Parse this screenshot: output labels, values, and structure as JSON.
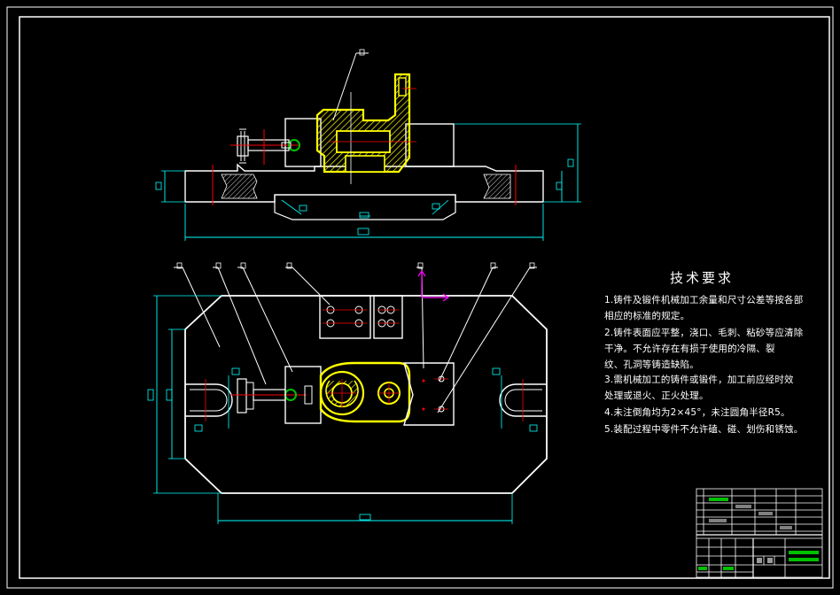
{
  "drawing": {
    "tech_requirements": {
      "title": "技术要求",
      "lines": [
        "1.铸件及锻件机械加工余量和尺寸公差等按各部",
        "相应的标准的规定。",
        "2.铸件表面应平整，浇口、毛刺、粘砂等应清除",
        "干净。不允许存在有损于使用的冷隔、裂",
        "纹、孔洞等铸造缺陷。",
        "3.需机械加工的铸件或锻件，加工前应经时效",
        "处理或退火、正火处理。",
        "4.未注倒角均为2×45°，未注圆角半径R5。",
        "5.装配过程中零件不允许磕、碰、划伤和锈蚀。"
      ]
    },
    "colors": {
      "background": "#000000",
      "outline": "#ffffff",
      "highlight": "#ffff00",
      "dimension": "#00ffff",
      "center": "#ff0000",
      "green": "#00c000",
      "marker": "#ff00ff"
    }
  }
}
